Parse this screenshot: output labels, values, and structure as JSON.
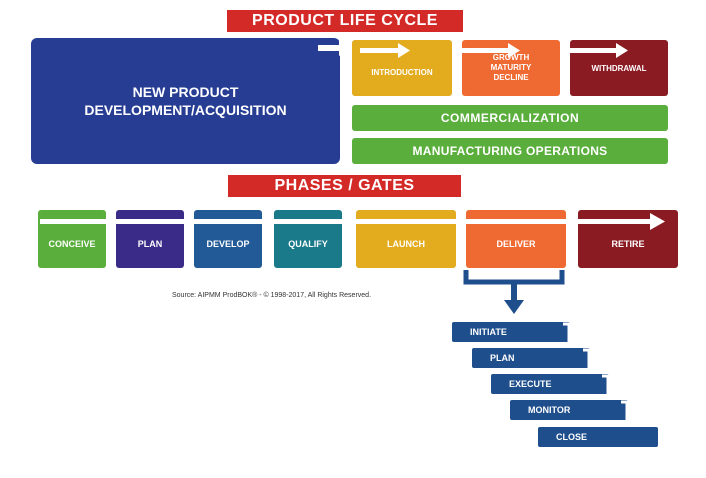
{
  "lifecycle": {
    "title": "PRODUCT LIFE CYCLE",
    "new_product": "NEW PRODUCT DEVELOPMENT/ACQUISITION",
    "stages": [
      "INTRODUCTION",
      "GROWTH MATURITY DECLINE",
      "WITHDRAWAL"
    ],
    "commercialization": "COMMERCIALIZATION",
    "manufacturing": "MANUFACTURING OPERATIONS"
  },
  "phases": {
    "title": "PHASES / GATES",
    "items": [
      "CONCEIVE",
      "PLAN",
      "DEVELOP",
      "QUALIFY",
      "LAUNCH",
      "DELIVER",
      "RETIRE"
    ]
  },
  "source": "Source: AIPMM ProdBOK® - © 1998-2017, All Rights Reserved.",
  "steps": [
    "INITIATE",
    "PLAN",
    "EXECUTE",
    "MONITOR",
    "CLOSE"
  ],
  "colors": {
    "red": "#d42a27",
    "navy": "#263d93",
    "yellow": "#e3ac1f",
    "orange": "#ef6a32",
    "maroon": "#8a1b23",
    "green": "#5aae3c",
    "purple": "#3b2b88",
    "blue": "#215a96",
    "teal": "#1a7a8a",
    "step_blue": "#1f4e8c"
  }
}
